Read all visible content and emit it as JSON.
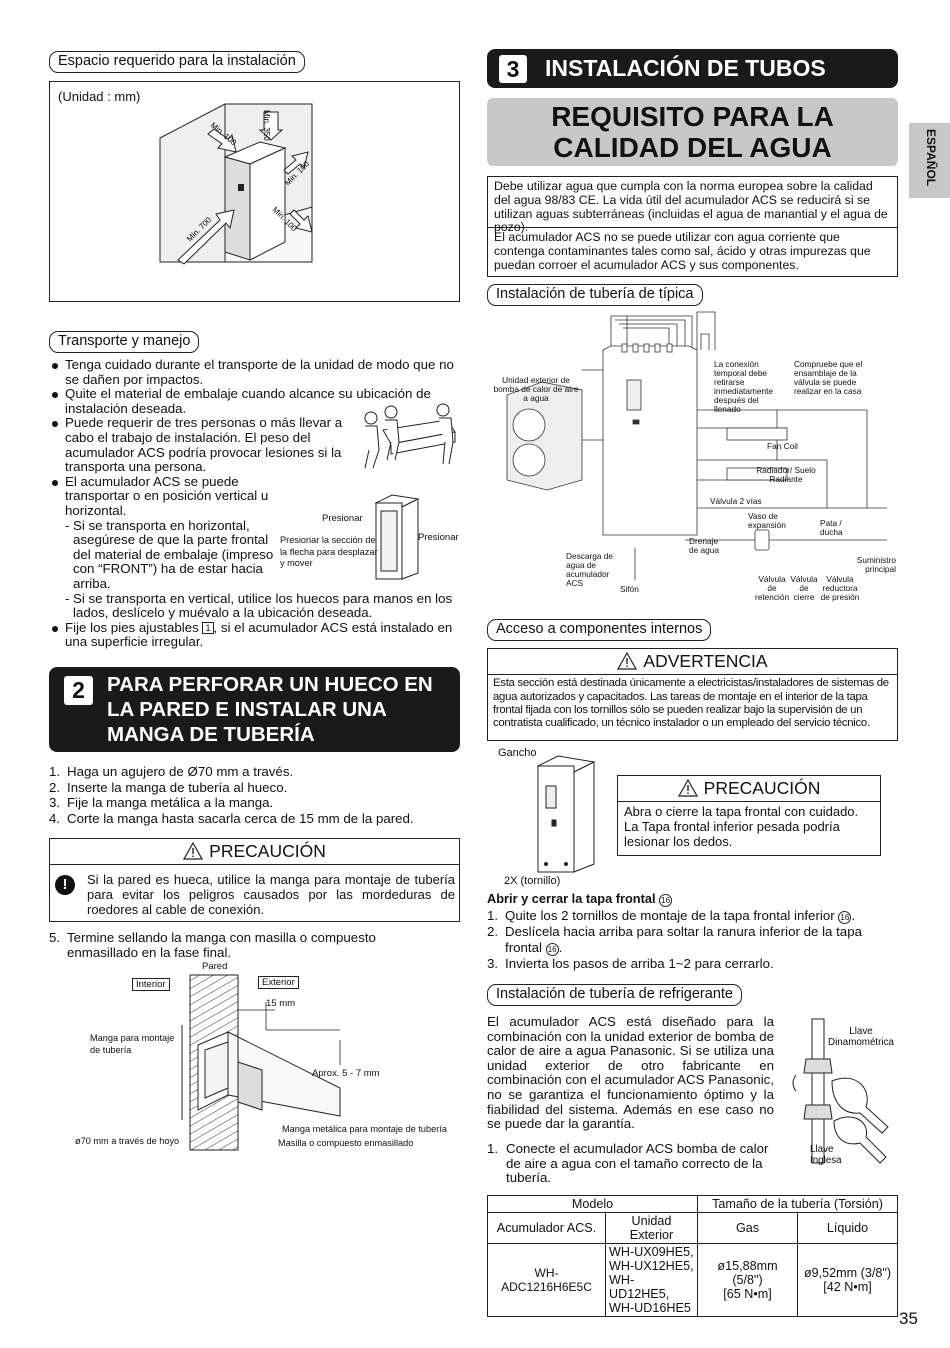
{
  "left": {
    "space": {
      "title": "Espacio requerido para la instalación",
      "unit": "(Unidad : mm)",
      "dims": [
        "Min. 100",
        "Min. 350",
        "Min. 100",
        "Min. 700",
        "Min. 100"
      ]
    },
    "transport": {
      "title": "Transporte y manejo",
      "bullets": [
        "Tenga cuidado durante el transporte de la unidad de modo que no se dañen por impactos.",
        "Quite el material de embalaje cuando alcance su ubicación de instalación deseada.",
        "Puede requerir de tres personas o más llevar a cabo el trabajo de instalación. El peso del acumulador ACS podría provocar lesiones si la transporta una persona.",
        "El acumulador ACS se puede transportar o en posición vertical u horizontal."
      ],
      "sub1": "Si se transporta en horizontal, asegúrese de que la parte frontal del material de embalaje (impreso con “FRONT”) ha de estar hacia arriba.",
      "sub2": "Si se transporta en vertical, utilice los huecos para manos en los lados, deslícelo y muévalo a la ubicación deseada.",
      "last_bullet_a": "Fije los pies ajustables",
      "last_bullet_ref": "1",
      "last_bullet_b": ", si el acumulador ACS está instalado en una superficie irregular.",
      "fig_press1": "Presionar",
      "fig_press2": "Presionar",
      "fig_press3": "Presionar la sección de la flecha para desplazar y mover"
    },
    "section2": {
      "number": "2",
      "title": "PARA PERFORAR UN HUECO EN LA PARED E INSTALAR UNA MANGA DE TUBERÍA",
      "steps": [
        {
          "n": "1.",
          "t": "Haga un agujero de Ø70 mm a través."
        },
        {
          "n": "2.",
          "t": "Inserte la manga de tubería al hueco."
        },
        {
          "n": "3.",
          "t": "Fije la manga metálica a la manga."
        },
        {
          "n": "4.",
          "t": "Corte la manga hasta sacarla cerca de 15 mm de la pared."
        }
      ],
      "caution_title": "PRECAUCIÓN",
      "caution_text": "Si la pared es hueca, utilice la manga para montaje de tubería para evitar los peligros causados por las mordeduras de roedores al cable de conexión.",
      "step5_n": "5.",
      "step5": "Termine sellando la manga con masilla o compuesto enmasillado en la fase final.",
      "fig": {
        "pared": "Pared",
        "interior": "Interior",
        "exterior": "Exterior",
        "mm15": "15 mm",
        "manga": "Manga para montaje de tubería",
        "aprox": "Aprox. 5 - 7 mm",
        "metalica": "Manga metálica para montaje de tubería",
        "masilla": "Masilla o compuesto enmasillado",
        "hoyo": "ø70 mm a través de hoyo"
      }
    }
  },
  "right": {
    "section3": {
      "number": "3",
      "title": "INSTALACIÓN DE TUBOS"
    },
    "subtitle_l1": "REQUISITO PARA LA",
    "subtitle_l2": "CALIDAD DEL AGUA",
    "water_p1": "Debe utilizar agua que cumpla con la norma europea sobre la calidad del agua 98/83 CE. La vida útil del acumulador ACS se reducirá si se utilizan aguas subterráneas (incluidas el agua de manantial y el agua de pozo).",
    "water_p2": "El acumulador ACS no se puede utilizar con agua corriente que contenga contaminantes tales como sal, ácido y otras impurezas que puedan corroer el acumulador ACS y sus componentes.",
    "typical": {
      "title": "Instalación de tubería de típica",
      "labels": {
        "outdoor": "Unidad exterior de bomba de calor de aire a agua",
        "conexion": "La conexión temporal debe retirarse inmediatamente después del llenado",
        "compruebe": "Compruebe que el ensamblaje de la válvula se puede realizar en la casa",
        "fancoil": "Fan Coil",
        "radiador": "Radiador/ Suelo Radiante",
        "valvula2": "Válvula 2 vías",
        "vaso": "Vaso de expansión",
        "pata": "Pata / ducha",
        "drenaje": "Drenaje de agua",
        "descarga": "Descarga de agua de acumulador ACS",
        "sifon": "Sifón",
        "retencion": "Válvula de retención",
        "cierre": "Válvula de cierre",
        "reductora": "Válvula reductora de presión",
        "suministro": "Suministro principal"
      }
    },
    "access": {
      "title": "Acceso a componentes internos",
      "warning_title": "ADVERTENCIA",
      "warning_text": "Esta sección está destinada únicamente a electricistas/instaladores de sistemas de agua autorizados y capacitados. Las tareas de montaje en el interior de la tapa frontal fijada con los tornillos sólo se pueden realizar bajo la supervisión de un contratista cualificado, un técnico instalador o un empleado del servicio técnico.",
      "gancho": "Gancho",
      "tornillo": "2X (tornillo)",
      "caution_title": "PRECAUCIÓN",
      "caution_text": "Abra o cierre la tapa frontal con cuidado. La Tapa frontal inferior pesada podría lesionar los dedos.",
      "open_title": "Abrir y cerrar la tapa frontal",
      "ref16": "16",
      "steps": [
        {
          "n": "1.",
          "a": "Quite los 2 tornillos de montaje de la tapa frontal inferior",
          "b": "."
        },
        {
          "n": "2.",
          "a": "Deslícela hacia arriba para soltar la ranura inferior de la tapa frontal",
          "b": "."
        },
        {
          "n": "3.",
          "a": "Invierta los pasos de arriba 1~2 para cerrarlo.",
          "b": ""
        }
      ]
    },
    "refrig": {
      "title": "Instalación de tubería de refrigerante",
      "text": "El acumulador ACS está diseñado para la combinación con la unidad exterior de bomba de calor de aire a agua Panasonic. Si se utiliza una unidad exterior de otro fabricante en combinación con el acumulador ACS Panasonic, no se garantiza el funcionamiento óptimo y la fiabilidad del sistema. Además en ese caso no se puede dar la garantía.",
      "step_n": "1.",
      "step": "Conecte el acumulador ACS bomba de calor de aire a agua con el tamaño correcto de la tubería.",
      "llave_dinamo": "Llave Dinamométrica",
      "llave_inglesa": "Llave Inglesa",
      "table": {
        "h_modelo": "Modelo",
        "h_tamano": "Tamaño de la tubería (Torsión)",
        "h_acum": "Acumulador ACS.",
        "h_unidad": "Unidad Exterior",
        "h_gas": "Gas",
        "h_liq": "Líquido",
        "acum": "WH-ADC1216H6E5C",
        "units": [
          "WH-UX09HE5,",
          "WH-UX12HE5,",
          "WH-UD12HE5,",
          "WH-UD16HE5"
        ],
        "gas1": "ø15,88mm (5/8\")",
        "gas2": "[65 N•m]",
        "liq1": "ø9,52mm (3/8\")",
        "liq2": "[42 N•m]"
      }
    },
    "side_tab": "ESPAÑOL",
    "page_number": "35"
  }
}
